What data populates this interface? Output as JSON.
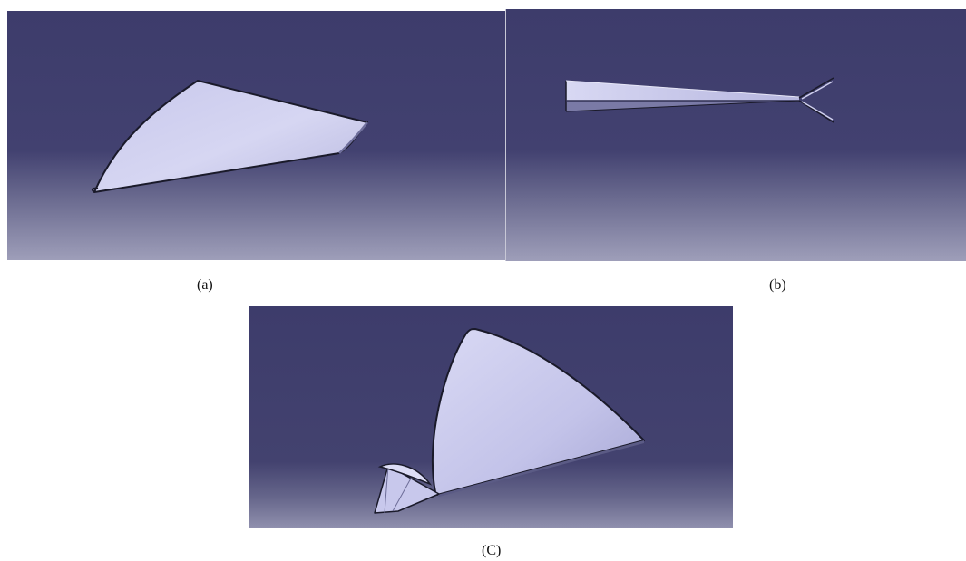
{
  "captions": {
    "a": "(a)",
    "b": "(b)",
    "c": "(C)"
  },
  "colors": {
    "viewport_top": "#3d3c6b",
    "viewport_mid": "#484874",
    "viewport_bottom": "#9c9cb8",
    "wing_surface_light": "#d3d3ef",
    "wing_surface_dark": "#a9a9d6",
    "edge": "#1a1a2a"
  }
}
